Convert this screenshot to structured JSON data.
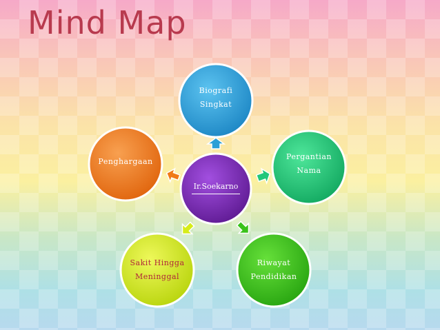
{
  "title": "Mind Map",
  "center": {
    "label": "Ir.Soekarno"
  },
  "nodes": {
    "biografi": {
      "line1": "Biografi",
      "line2": "Singkat"
    },
    "pergantian": {
      "line1": "Pergantian",
      "line2": "Nama"
    },
    "riwayat": {
      "line1": "Riwayat",
      "line2": "Pendidikan"
    },
    "sakit": {
      "line1": "Sakit Hingga",
      "line2": "Meninggal"
    },
    "penghargaan": {
      "line1": "Penghargaan"
    }
  },
  "colors": {
    "center": "#7b2ab8",
    "biografi": "#2a9fd6",
    "pergantian": "#22c77a",
    "riwayat": "#39c21a",
    "sakit": "#d6ec1a",
    "penghargaan": "#f07a16",
    "title": "#b83a4e"
  }
}
